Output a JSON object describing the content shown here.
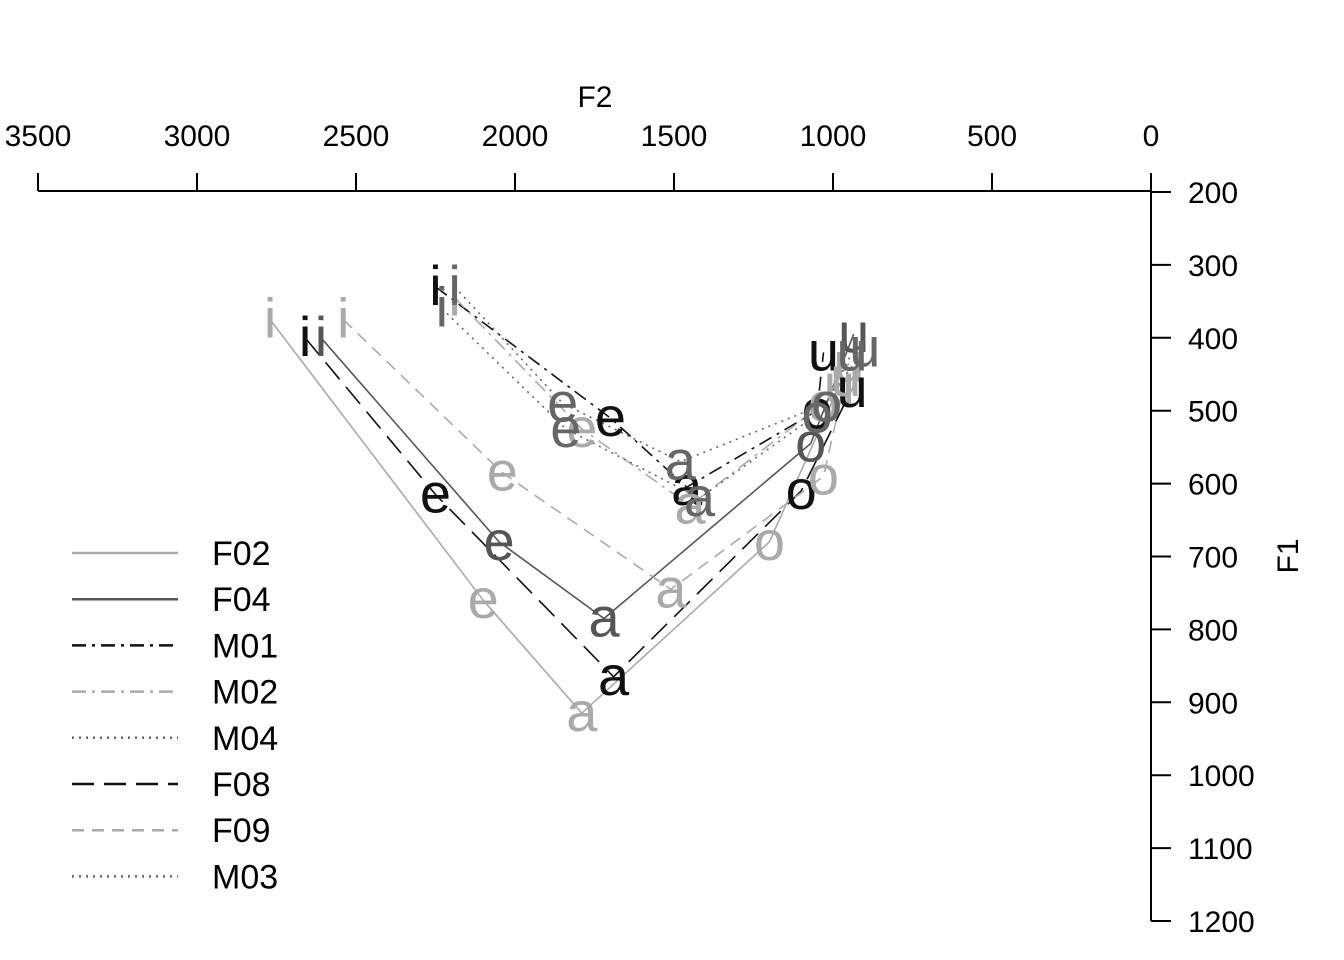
{
  "chart_data": {
    "type": "line",
    "title": "",
    "xlabel": "F2",
    "ylabel": "F1",
    "xlim": [
      3500,
      0
    ],
    "ylim": [
      200,
      1200
    ],
    "x_axis_position": "top",
    "y_axis_position": "right",
    "x_ticks": [
      3500,
      3000,
      2500,
      2000,
      1500,
      1000,
      500,
      0
    ],
    "y_ticks": [
      200,
      300,
      400,
      500,
      600,
      700,
      800,
      900,
      1000,
      1100,
      1200
    ],
    "x_tick_labels": [
      "3500",
      "3000",
      "2500",
      "2000",
      "1500",
      "1000",
      "500",
      "0"
    ],
    "y_tick_labels": [
      "200",
      "300",
      "400",
      "500",
      "600",
      "700",
      "800",
      "900",
      "1000",
      "1100",
      "1200"
    ],
    "grid": false,
    "legend_position": "bottom-left",
    "vowel_order": [
      "i",
      "e",
      "a",
      "o",
      "u"
    ],
    "series": [
      {
        "name": "F02",
        "color": "#aaaaaa",
        "dash": "solid",
        "points": [
          {
            "label": "i",
            "x": 2770,
            "y": 375
          },
          {
            "label": "e",
            "x": 2100,
            "y": 760
          },
          {
            "label": "a",
            "x": 1790,
            "y": 915
          },
          {
            "label": "o",
            "x": 1200,
            "y": 680
          },
          {
            "label": "u",
            "x": 980,
            "y": 465
          }
        ]
      },
      {
        "name": "F04",
        "color": "#555555",
        "dash": "solid",
        "points": [
          {
            "label": "i",
            "x": 2610,
            "y": 400
          },
          {
            "label": "e",
            "x": 2050,
            "y": 680
          },
          {
            "label": "a",
            "x": 1720,
            "y": 785
          },
          {
            "label": "o",
            "x": 1070,
            "y": 545
          },
          {
            "label": "u",
            "x": 935,
            "y": 395
          }
        ]
      },
      {
        "name": "M01",
        "color": "#111111",
        "dash": "dashdot",
        "points": [
          {
            "label": "i",
            "x": 2250,
            "y": 330
          },
          {
            "label": "e",
            "x": 1700,
            "y": 510
          },
          {
            "label": "a",
            "x": 1460,
            "y": 605
          },
          {
            "label": "o",
            "x": 1050,
            "y": 500
          },
          {
            "label": "u",
            "x": 1030,
            "y": 420
          }
        ]
      },
      {
        "name": "M02",
        "color": "#aaaaaa",
        "dash": "dashdot",
        "points": [
          {
            "label": "i",
            "x": 2190,
            "y": 345
          },
          {
            "label": "e",
            "x": 1790,
            "y": 525
          },
          {
            "label": "a",
            "x": 1450,
            "y": 630
          },
          {
            "label": "o",
            "x": 1030,
            "y": 490
          },
          {
            "label": "u",
            "x": 950,
            "y": 435
          }
        ]
      },
      {
        "name": "M04",
        "color": "#666666",
        "dash": "dotted",
        "points": [
          {
            "label": "i",
            "x": 2230,
            "y": 360
          },
          {
            "label": "e",
            "x": 1840,
            "y": 525
          },
          {
            "label": "a",
            "x": 1420,
            "y": 620
          },
          {
            "label": "o",
            "x": 1050,
            "y": 505
          },
          {
            "label": "u",
            "x": 900,
            "y": 415
          }
        ]
      },
      {
        "name": "F08",
        "color": "#111111",
        "dash": "longdash",
        "points": [
          {
            "label": "i",
            "x": 2660,
            "y": 400
          },
          {
            "label": "e",
            "x": 2250,
            "y": 615
          },
          {
            "label": "a",
            "x": 1690,
            "y": 865
          },
          {
            "label": "o",
            "x": 1100,
            "y": 610
          },
          {
            "label": "u",
            "x": 940,
            "y": 470
          }
        ]
      },
      {
        "name": "F09",
        "color": "#aaaaaa",
        "dash": "shortdash",
        "points": [
          {
            "label": "i",
            "x": 2540,
            "y": 375
          },
          {
            "label": "e",
            "x": 2040,
            "y": 585
          },
          {
            "label": "a",
            "x": 1510,
            "y": 745
          },
          {
            "label": "o",
            "x": 1030,
            "y": 590
          },
          {
            "label": "u",
            "x": 960,
            "y": 455
          }
        ]
      },
      {
        "name": "M03",
        "color": "#666666",
        "dash": "dotted",
        "points": [
          {
            "label": "i",
            "x": 2190,
            "y": 330
          },
          {
            "label": "e",
            "x": 1850,
            "y": 490
          },
          {
            "label": "a",
            "x": 1480,
            "y": 570
          },
          {
            "label": "o",
            "x": 1020,
            "y": 490
          },
          {
            "label": "u",
            "x": 940,
            "y": 420
          }
        ]
      }
    ]
  }
}
